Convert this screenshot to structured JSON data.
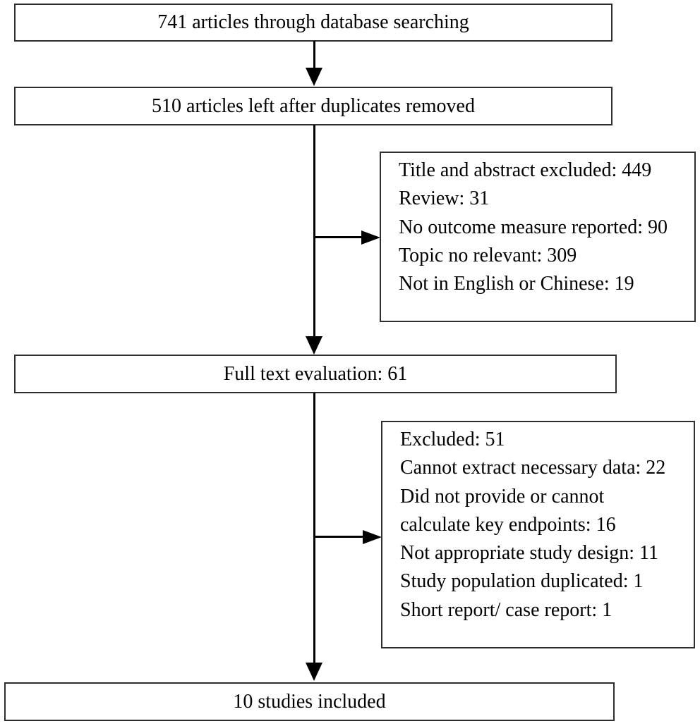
{
  "diagram": {
    "type": "flowchart",
    "colors": {
      "background": "#ffffff",
      "line": "#000000",
      "box_border": "#2e2e2e",
      "text": "#000000"
    },
    "nodes": {
      "database_search": {
        "label": "741 articles through database searching"
      },
      "duplicates_removed": {
        "label": "510 articles left after duplicates removed"
      },
      "title_abstract_exclusion": {
        "items": [
          "Title and abstract excluded: 449",
          "Review: 31",
          "No outcome measure reported: 90",
          "Topic no relevant: 309",
          "Not in English or Chinese: 19"
        ]
      },
      "full_text_evaluation": {
        "label": "Full text evaluation: 61"
      },
      "full_text_exclusion": {
        "items": [
          "Excluded: 51",
          "Cannot extract necessary data: 22",
          "Did not provide or cannot calculate key endpoints: 16",
          "Not appropriate study design: 11",
          "Study population duplicated: 1",
          "Short report/ case report: 1"
        ]
      },
      "studies_included": {
        "label": "10 studies included"
      }
    }
  }
}
